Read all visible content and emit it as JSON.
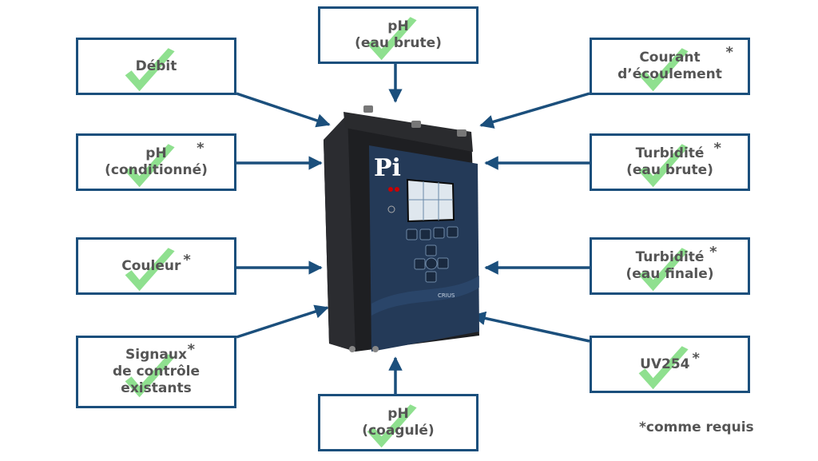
{
  "boxes": {
    "debit": {
      "label": "Débit",
      "required": false
    },
    "ph_brute": {
      "label": "pH\n(eau brute)",
      "required": false
    },
    "courant": {
      "label": "Courant\nd’écoulement",
      "required": true
    },
    "ph_cond": {
      "label": "pH\n(conditionné)",
      "required": true
    },
    "turb_brute": {
      "label": "Turbidité\n(eau brute)",
      "required": true
    },
    "couleur": {
      "label": "Couleur",
      "required": true
    },
    "turb_finale": {
      "label": "Turbidité\n(eau finale)",
      "required": true
    },
    "signaux": {
      "label": "Signaux\nde contrôle\nexistants",
      "required": true
    },
    "uv254": {
      "label": "UV254",
      "required": true
    },
    "ph_coag": {
      "label": "pH\n(coagulé)",
      "required": false
    }
  },
  "star_symbol": "*",
  "footnote": "*comme requis",
  "device": {
    "brand": "Pi",
    "model": "CRIUS"
  },
  "colors": {
    "border": "#1b4f7c",
    "arrow": "#1b4f7c",
    "check": "#8fe08f",
    "text": "#555555"
  }
}
